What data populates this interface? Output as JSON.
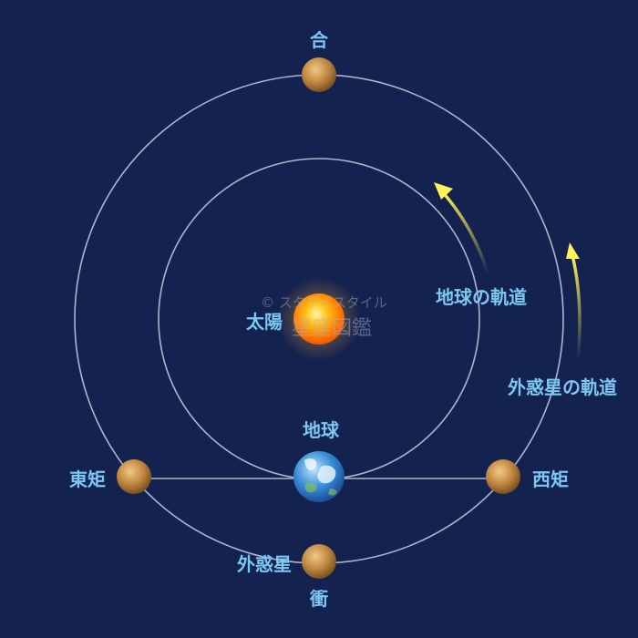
{
  "labels": {
    "conjunction": "合",
    "sun": "太陽",
    "earth": "地球",
    "earth_orbit": "地球の軌道",
    "outer_orbit": "外惑星の軌道",
    "eastern_quadrature": "東矩",
    "western_quadrature": "西矩",
    "outer_planet": "外惑星",
    "opposition": "衝"
  },
  "watermark": {
    "line1": "© スタディスタイル",
    "line2": "星座図鑑"
  },
  "colors": {
    "background": "#14224f",
    "label": "#7cc8f2",
    "orbit": "#c9cfdf",
    "arrow": "#fff25a",
    "planet": "#c48a42",
    "sun": "#ff8a10"
  }
}
